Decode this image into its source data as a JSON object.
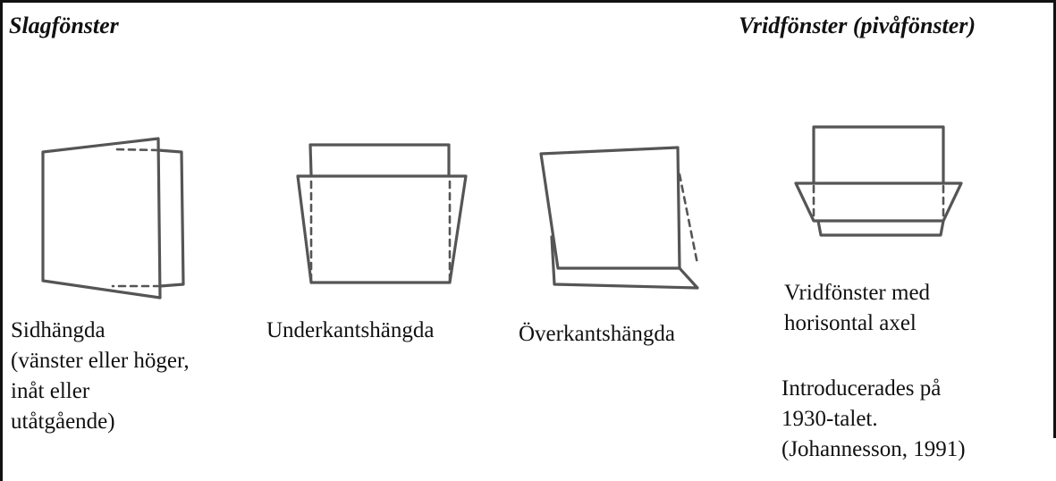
{
  "headings": {
    "left": "Slagfönster",
    "right": "Vridfönster (pivåfönster)"
  },
  "windows": [
    {
      "icon": "side-hung-window-icon",
      "lines": [
        "Sidhängda",
        "(vänster eller höger,",
        "inåt eller",
        "utåtgående)"
      ]
    },
    {
      "icon": "bottom-hung-window-icon",
      "lines": [
        "Underkantshängda"
      ]
    },
    {
      "icon": "top-hung-window-icon",
      "lines": [
        "Överkantshängda"
      ]
    },
    {
      "icon": "horizontal-pivot-window-icon",
      "lines": [
        "Vridfönster med",
        "horisontal axel"
      ]
    }
  ],
  "note": [
    "Introducerades på",
    "1930-talet.",
    "(Johannesson, 1991)"
  ]
}
